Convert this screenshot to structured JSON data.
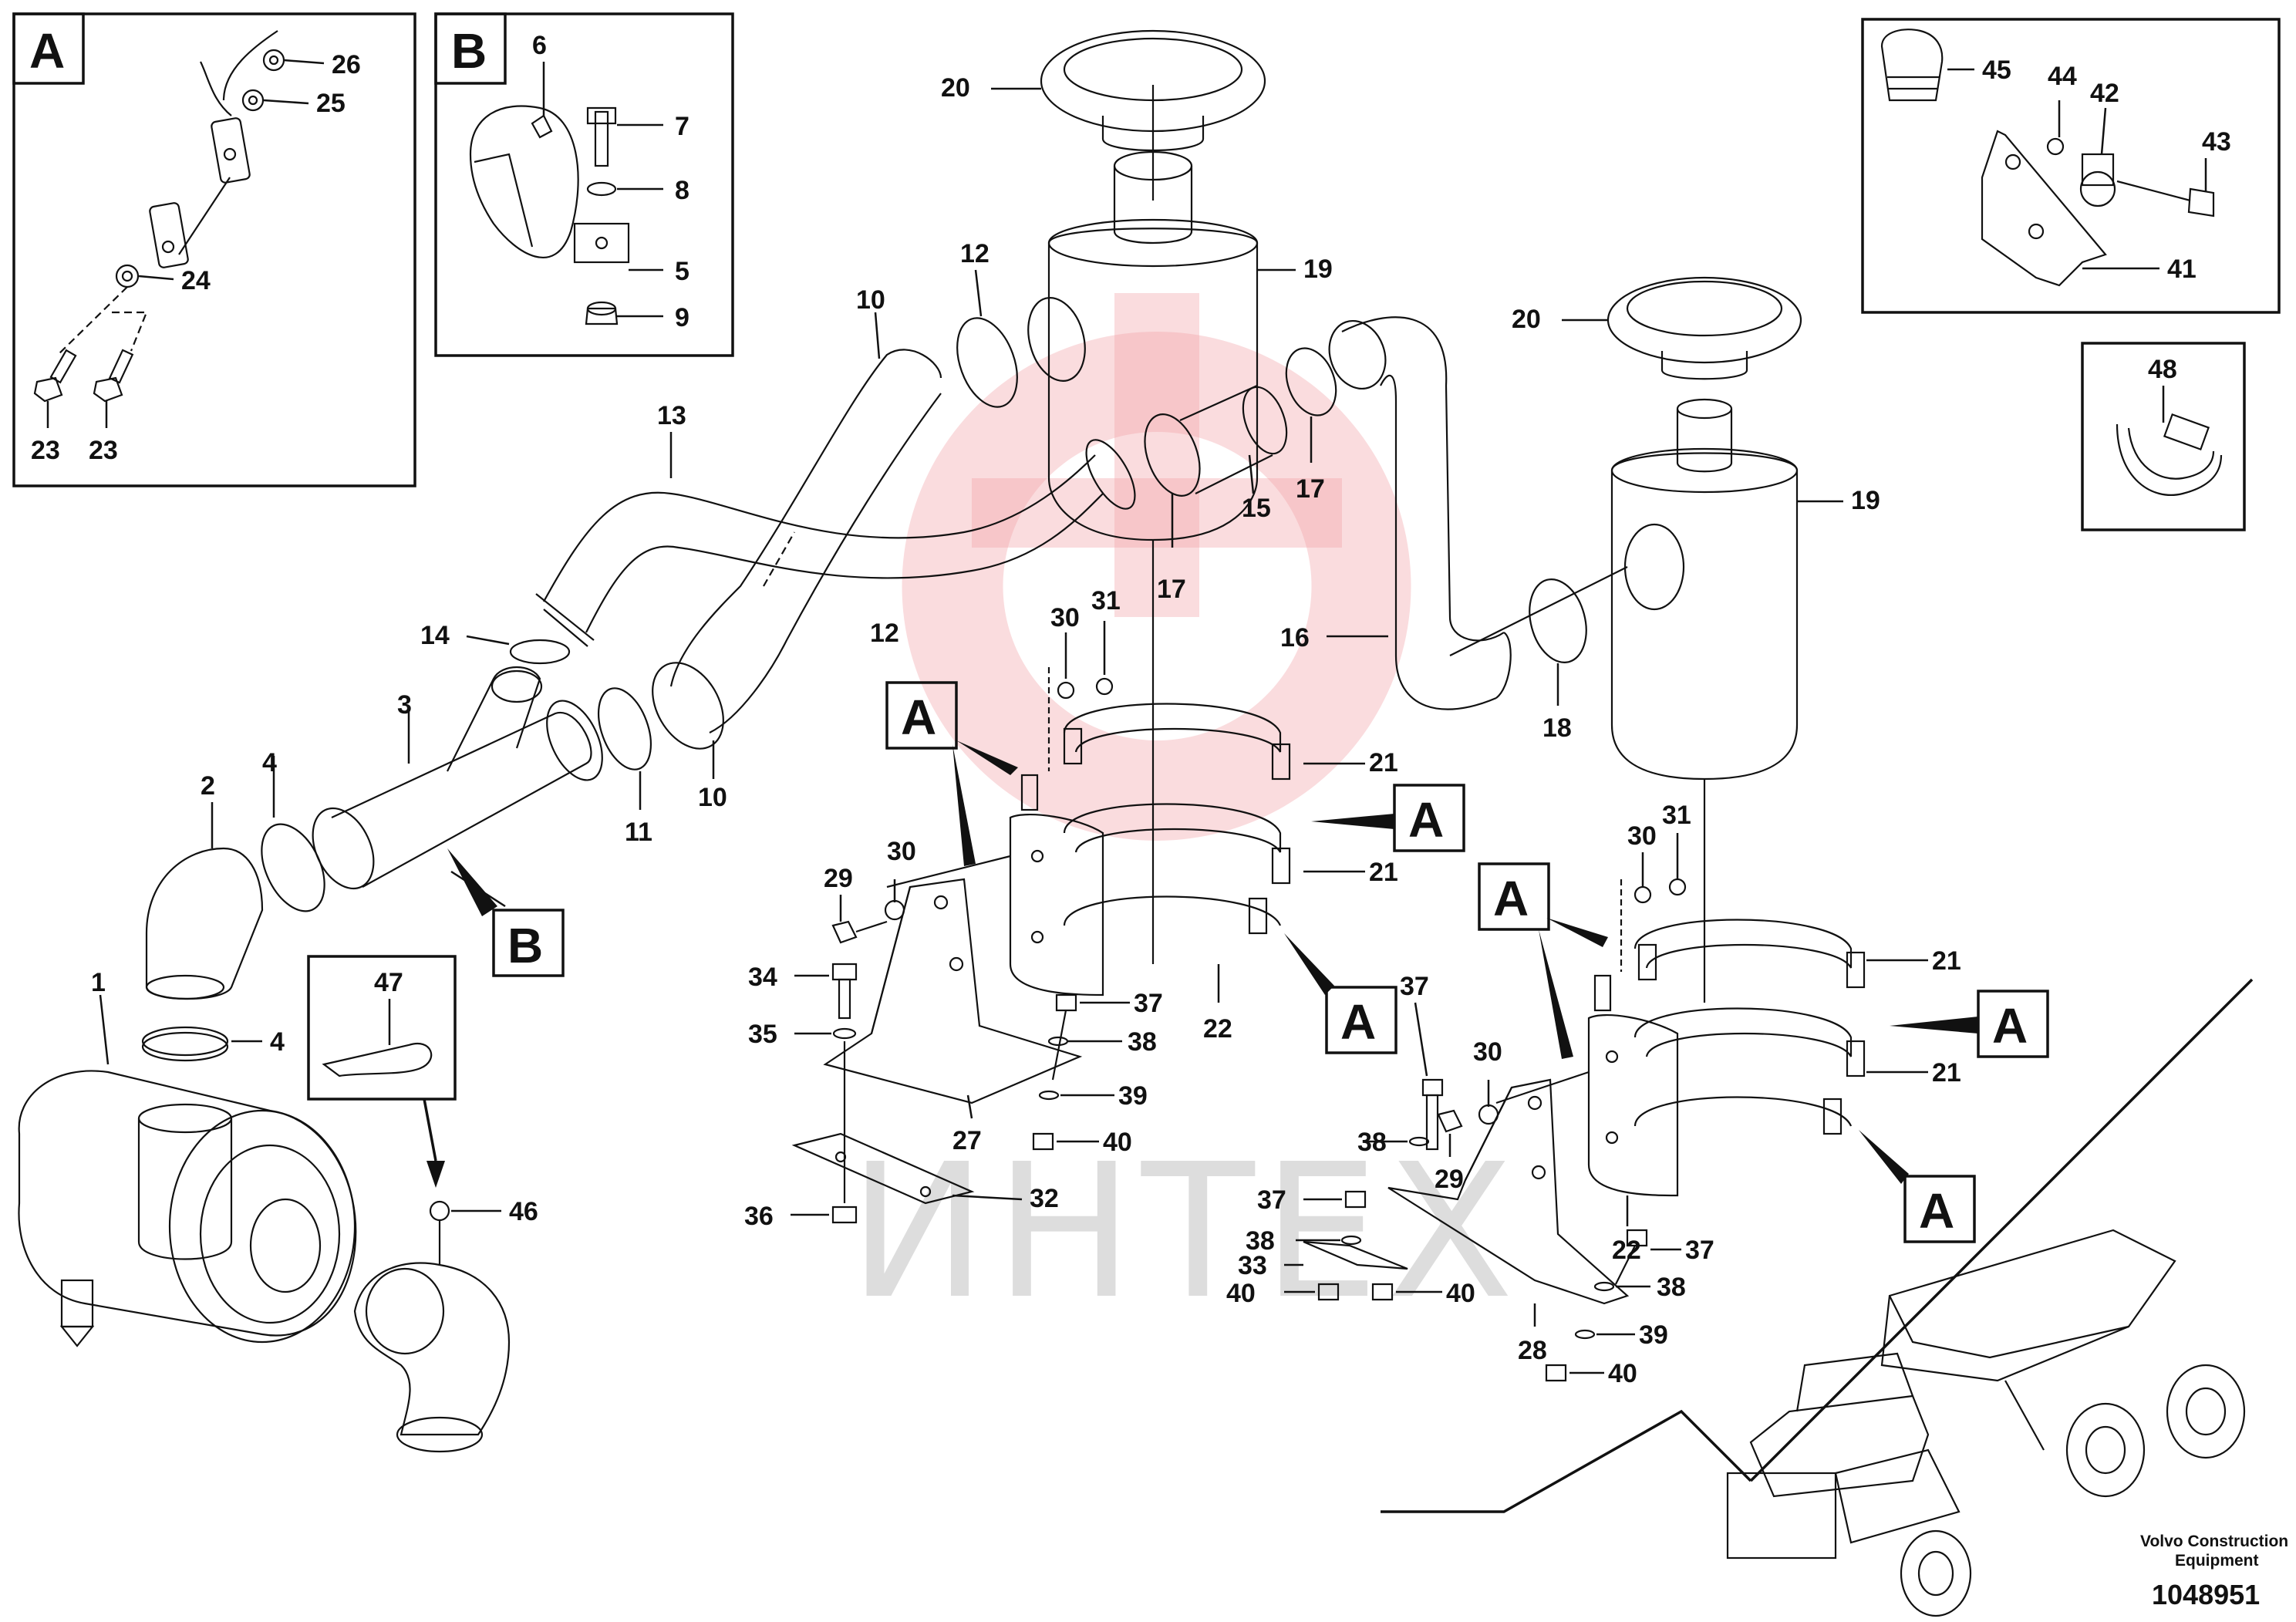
{
  "inset_labels": {
    "a": "A",
    "b": "B"
  },
  "view_marker": "A",
  "detail_marker": "B",
  "watermark_text": "ИНТЕХ",
  "credit": {
    "line1": "Volvo Construction",
    "line2": "Equipment"
  },
  "document_number": "1048951",
  "parts": {
    "p1": "1",
    "p2": "2",
    "p3": "3",
    "p4": "4",
    "p5": "5",
    "p6": "6",
    "p7": "7",
    "p8": "8",
    "p9": "9",
    "p10": "10",
    "p11": "11",
    "p12": "12",
    "p13": "13",
    "p14": "14",
    "p15": "15",
    "p16": "16",
    "p17": "17",
    "p18": "18",
    "p19": "19",
    "p20": "20",
    "p21": "21",
    "p22": "22",
    "p23": "23",
    "p24": "24",
    "p25": "25",
    "p26": "26",
    "p27": "27",
    "p28": "28",
    "p29": "29",
    "p30": "30",
    "p31": "31",
    "p32": "32",
    "p33": "33",
    "p34": "34",
    "p35": "35",
    "p36": "36",
    "p37": "37",
    "p38": "38",
    "p39": "39",
    "p40": "40",
    "p41": "41",
    "p42": "42",
    "p43": "43",
    "p44": "44",
    "p45": "45",
    "p46": "46",
    "p47": "47",
    "p48": "48"
  },
  "colors": {
    "line": "#111111",
    "watermark": "#f2a4a8"
  }
}
